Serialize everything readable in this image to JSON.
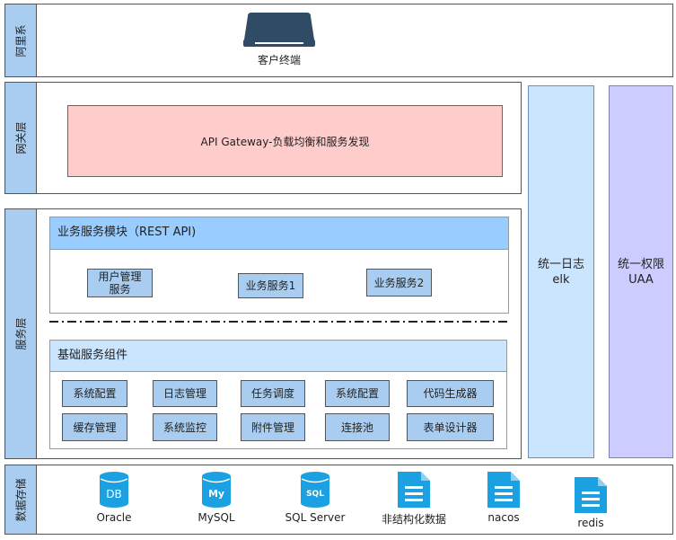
{
  "client_layer": {
    "side_label": "阿里系",
    "client_label": "客户终端"
  },
  "gateway_layer": {
    "side_label": "网关层",
    "gateway_label": "API Gateway-负载均衡和服务发现"
  },
  "logging": {
    "line1": "统一日志",
    "line2": "elk"
  },
  "auth": {
    "line1": "统一权限",
    "line2": "UAA"
  },
  "service_layer": {
    "side_label": "服务层",
    "business_module": {
      "title": "业务服务模块（REST API)",
      "items": [
        "用户管理\n服务",
        "业务服务1",
        "业务服务2"
      ]
    },
    "base_components": {
      "title": "基础服务组件",
      "items": [
        "系统配置",
        "日志管理",
        "任务调度",
        "系统配置",
        "代码生成器",
        "缓存管理",
        "系统监控",
        "附件管理",
        "连接池",
        "表单设计器"
      ]
    }
  },
  "storage_layer": {
    "side_label": "数据存储",
    "items": [
      {
        "label": "Oracle",
        "icon": "database-db-icon"
      },
      {
        "label": "MySQL",
        "icon": "mysql-database-icon"
      },
      {
        "label": "SQL Server",
        "icon": "sql-server-database-icon"
      },
      {
        "label": "非结构化数据",
        "icon": "document-icon"
      },
      {
        "label": "nacos",
        "icon": "document-icon"
      },
      {
        "label": "redis",
        "icon": "document-icon"
      }
    ]
  },
  "colors": {
    "side_blue": "#a9cdf0",
    "pink": "#ffcccc",
    "light_blue": "#cce5ff",
    "purple": "#ccccff",
    "icon_blue": "#1ba1e2"
  }
}
